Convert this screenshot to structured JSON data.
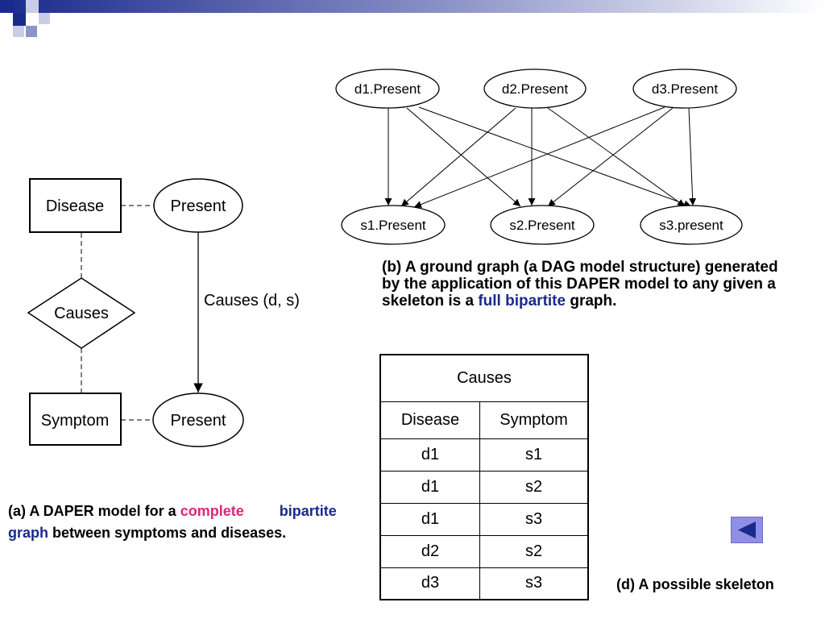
{
  "model": {
    "entities": [
      {
        "id": "disease",
        "label": "Disease"
      },
      {
        "id": "symptom",
        "label": "Symptom"
      }
    ],
    "relationship": {
      "id": "causes",
      "label": "Causes"
    },
    "attributes": [
      {
        "id": "disease-present",
        "label": "Present"
      },
      {
        "id": "symptom-present",
        "label": "Present"
      }
    ],
    "dependency_label": "Causes (d, s)"
  },
  "ground_graph": {
    "diseases": [
      "d1.Present",
      "d2.Present",
      "d3.Present"
    ],
    "symptoms": [
      "s1.Present",
      "s2.Present",
      "s3.present"
    ],
    "edges": [
      [
        "d1",
        "s1"
      ],
      [
        "d1",
        "s2"
      ],
      [
        "d1",
        "s3"
      ],
      [
        "d2",
        "s1"
      ],
      [
        "d2",
        "s2"
      ],
      [
        "d2",
        "s3"
      ],
      [
        "d3",
        "s1"
      ],
      [
        "d3",
        "s2"
      ],
      [
        "d3",
        "s3"
      ]
    ]
  },
  "skeleton_table": {
    "title": "Causes",
    "columns": [
      "Disease",
      "Symptom"
    ],
    "rows": [
      [
        "d1",
        "s1"
      ],
      [
        "d1",
        "s2"
      ],
      [
        "d1",
        "s3"
      ],
      [
        "d2",
        "s2"
      ],
      [
        "d3",
        "s3"
      ]
    ]
  },
  "captions": {
    "a": {
      "prefix": "(a)  A DAPER model for a ",
      "highlight_pink": "complete",
      "highlight_blue": "bipartite graph",
      "suffix": " between symptoms and diseases."
    },
    "b": "(b) A ground graph (a DAG model structure) generated by the application of this DAPER model to any given a skeleton is a",
    "b_blue": "full bipartite",
    "b_suffix": " graph.",
    "d": "(d) A possible skeleton"
  },
  "colors": {
    "brand_navy": "#1a2a8c",
    "accent_pink": "#e0257a",
    "nav_button": "#8f8fe6"
  },
  "icons": {
    "nav_back": "left-triangle-icon"
  }
}
